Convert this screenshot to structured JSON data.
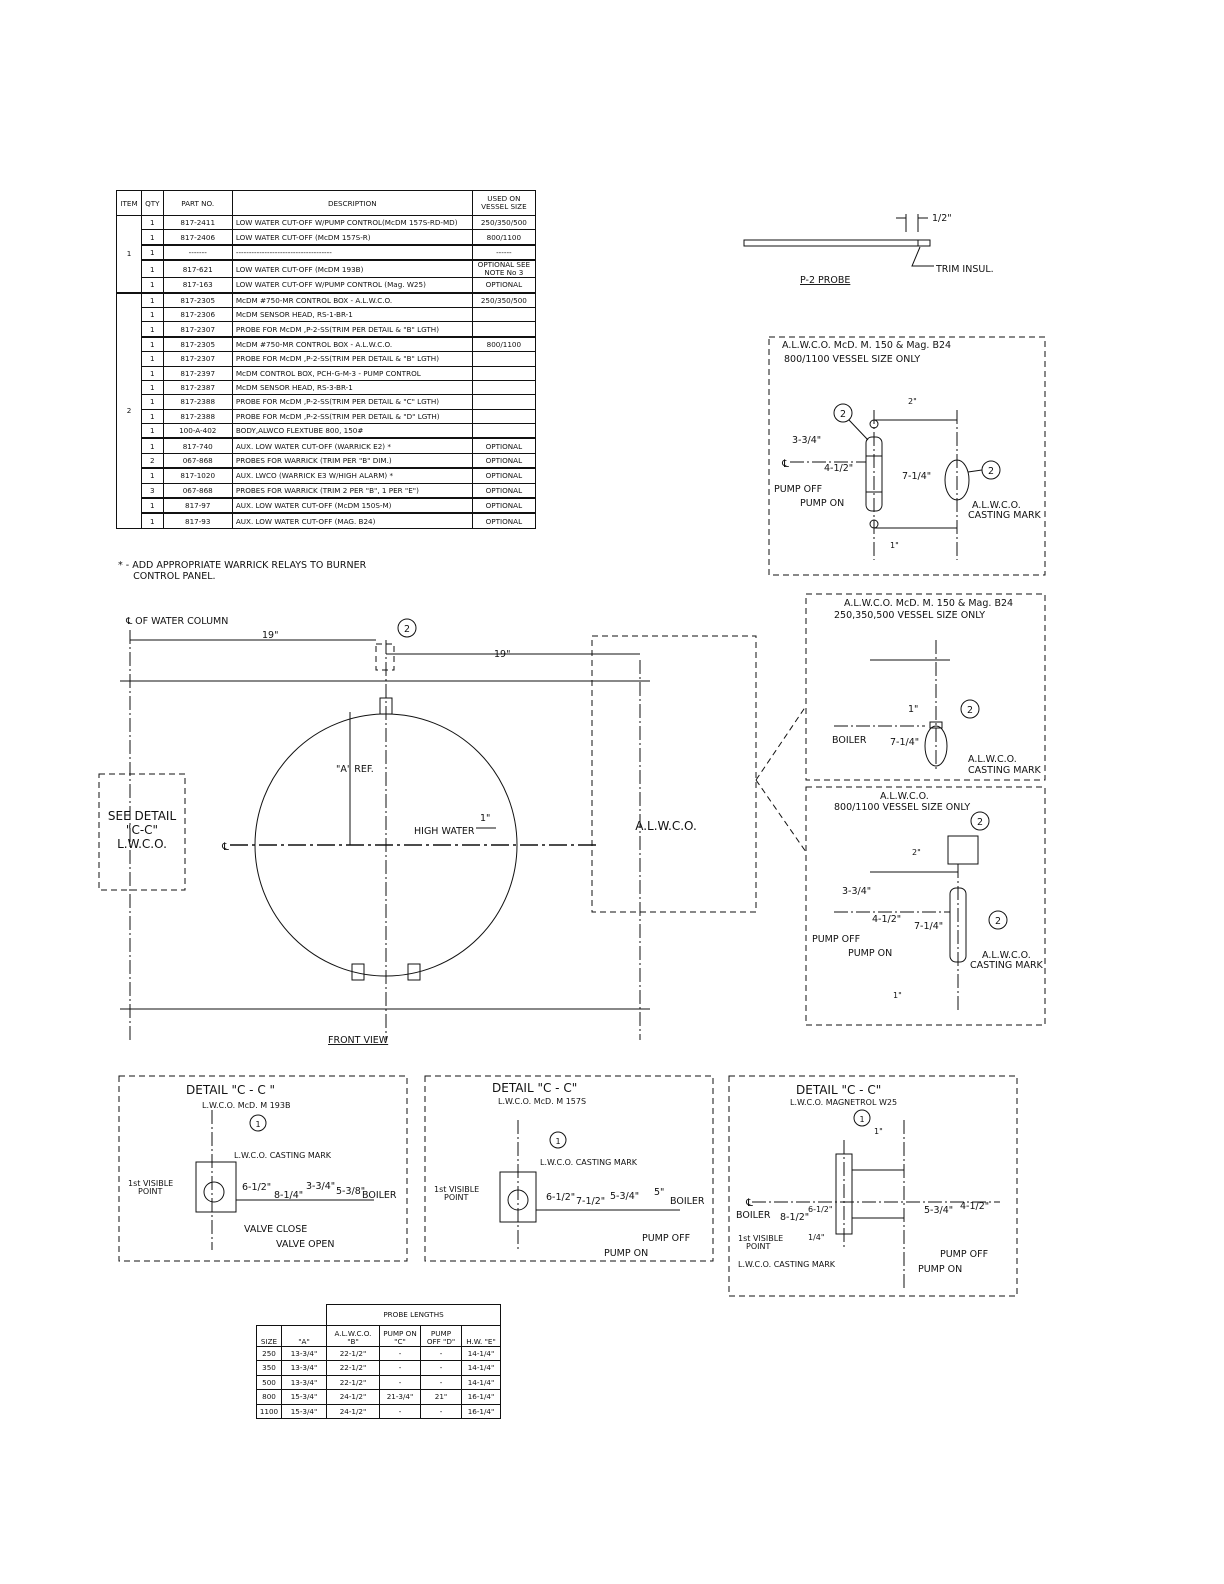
{
  "parts_table": {
    "headers": [
      "ITEM",
      "QTY",
      "PART NO.",
      "DESCRIPTION",
      "USED ON VESSEL SIZE"
    ],
    "rows": [
      {
        "item": "1",
        "qty": "1",
        "part": "817-2411",
        "desc": "LOW WATER CUT-OFF W/PUMP CONTROL(McDM 157S-RD-MD)",
        "used": "250/350/500"
      },
      {
        "item": "",
        "qty": "1",
        "part": "817-2406",
        "desc": "LOW WATER CUT-OFF     (McDM 157S-R)",
        "used": "800/1100"
      },
      {
        "item": "",
        "qty": "1",
        "part": "-------",
        "desc": "-------------------------------------",
        "used": "------"
      },
      {
        "item": "",
        "qty": "1",
        "part": "817-621",
        "desc": "LOW WATER CUT-OFF (McDM 193B)",
        "used": "OPTIONAL SEE NOTE No 3"
      },
      {
        "item": "",
        "qty": "1",
        "part": "817-163",
        "desc": "LOW WATER CUT-OFF W/PUMP CONTROL   (Mag. W25)",
        "used": "OPTIONAL"
      },
      {
        "item": "2",
        "qty": "1",
        "part": "817-2305",
        "desc": "McDM #750-MR CONTROL BOX - A.L.W.C.O.",
        "used": "250/350/500"
      },
      {
        "item": "",
        "qty": "1",
        "part": "817-2306",
        "desc": "McDM SENSOR HEAD, RS-1-BR-1",
        "used": ""
      },
      {
        "item": "",
        "qty": "1",
        "part": "817-2307",
        "desc": "PROBE FOR McDM ,P-2-SS(TRIM PER DETAIL & \"B\" LGTH)",
        "used": ""
      },
      {
        "item": "",
        "qty": "1",
        "part": "817-2305",
        "desc": "McDM #750-MR CONTROL BOX - A.L.W.C.O.",
        "used": "800/1100"
      },
      {
        "item": "",
        "qty": "1",
        "part": "817-2307",
        "desc": "PROBE FOR McDM ,P-2-SS(TRIM PER DETAIL & \"B\" LGTH)",
        "used": ""
      },
      {
        "item": "",
        "qty": "1",
        "part": "817-2397",
        "desc": "McDM CONTROL BOX, PCH-G-M-3 - PUMP CONTROL",
        "used": ""
      },
      {
        "item": "",
        "qty": "1",
        "part": "817-2387",
        "desc": "McDM SENSOR HEAD, RS-3-BR-1",
        "used": ""
      },
      {
        "item": "",
        "qty": "1",
        "part": "817-2388",
        "desc": "PROBE FOR McDM ,P-2-SS(TRIM PER DETAIL & \"C\" LGTH)",
        "used": ""
      },
      {
        "item": "",
        "qty": "1",
        "part": "817-2388",
        "desc": "PROBE FOR McDM ,P-2-SS(TRIM PER DETAIL & \"D\" LGTH)",
        "used": ""
      },
      {
        "item": "",
        "qty": "1",
        "part": "100-A-402",
        "desc": "BODY,ALWCO FLEXTUBE 800, 150#",
        "used": ""
      },
      {
        "item": "",
        "qty": "1",
        "part": "817-740",
        "desc": "AUX. LOW WATER CUT-OFF  (WARRICK E2) *",
        "used": "OPTIONAL"
      },
      {
        "item": "",
        "qty": "2",
        "part": "067-868",
        "desc": "PROBES FOR WARRICK (TRIM PER \"B\" DIM.)",
        "used": "OPTIONAL"
      },
      {
        "item": "",
        "qty": "1",
        "part": "817-1020",
        "desc": "AUX. LWCO  (WARRICK E3 W/HIGH ALARM) *",
        "used": "OPTIONAL"
      },
      {
        "item": "",
        "qty": "3",
        "part": "067-868",
        "desc": "PROBES FOR WARRICK (TRIM 2 PER \"B\", 1 PER \"E\")",
        "used": "OPTIONAL"
      },
      {
        "item": "",
        "qty": "1",
        "part": "817-97",
        "desc": "AUX. LOW WATER CUT-OFF  (McDM 150S-M)",
        "used": "OPTIONAL"
      },
      {
        "item": "",
        "qty": "1",
        "part": "817-93",
        "desc": "AUX. LOW WATER CUT-OFF  (MAG. B24)",
        "used": "OPTIONAL"
      }
    ]
  },
  "relay_note": "* - ADD APPROPRIATE WARRICK RELAYS TO BURNER\n     CONTROL PANEL.",
  "probe_detail": {
    "dim": "1/2\"",
    "trim": "TRIM INSUL.",
    "title": "P-2 PROBE"
  },
  "detail_alwco_800": {
    "title1": "A.L.W.C.O.  McD. M. 150 & Mag. B24",
    "title2": "800/1100 VESSEL SIZE ONLY",
    "dims": [
      "2\"",
      "3-3/4\"",
      "4-1/2\"",
      "7-1/4\"",
      "1\""
    ],
    "cl": "℄",
    "pump_off": "PUMP OFF",
    "pump_on": "PUMP ON",
    "mark1": "A.L.W.C.O.",
    "mark2": "CASTING MARK",
    "callout": "2"
  },
  "detail_alwco_250": {
    "title1": "A.L.W.C.O.  McD. M. 150 & Mag. B24",
    "title2": "250,350,500 VESSEL SIZE ONLY",
    "dims": [
      "1\"",
      "7-1/4\""
    ],
    "boiler": "BOILER",
    "mark1": "A.L.W.C.O.",
    "mark2": "CASTING MARK",
    "callout": "2"
  },
  "detail_alwco_800b": {
    "title1": "A.L.W.C.O.",
    "title2": "800/1100 VESSEL SIZE ONLY",
    "dims": [
      "2\"",
      "3-3/4\"",
      "4-1/2\"",
      "7-1/4\"",
      "1\""
    ],
    "pump_off": "PUMP OFF",
    "pump_on": "PUMP ON",
    "mark1": "A.L.W.C.O.",
    "mark2": "CASTING MARK",
    "callout": "2"
  },
  "front_view": {
    "cl_label": "℄ OF WATER COLUMN",
    "dim_left": "19\"",
    "dim_right": "19\"",
    "a_ref": "\"A\" REF.",
    "high_water": "HIGH WATER",
    "hw_dim": "1\"",
    "see_detail": [
      "SEE DETAIL",
      "\"C-C\"",
      "L.W.C.O."
    ],
    "alwco": "A.L.W.C.O.",
    "title": "FRONT VIEW",
    "callout": "2"
  },
  "detail_cc_193b": {
    "title": "DETAIL  \"C - C \"",
    "sub": "L.W.C.O. McD. M 193B",
    "casting": "L.W.C.O. CASTING MARK",
    "first_visible": [
      "1st VISIBLE",
      "POINT"
    ],
    "dims": [
      "6-1/2\"",
      "8-1/4\"",
      "3-3/4\"",
      "5-3/8\""
    ],
    "boiler": "BOILER",
    "valve_close": "VALVE CLOSE",
    "valve_open": "VALVE OPEN",
    "callout": "1"
  },
  "detail_cc_157s": {
    "title": "DETAIL  \"C - C\"",
    "sub": "L.W.C.O. McD. M 157S",
    "casting": "L.W.C.O. CASTING MARK",
    "first_visible": [
      "1st VISIBLE",
      "POINT"
    ],
    "dims": [
      "6-1/2\"",
      "7-1/2\"",
      "5-3/4\"",
      "5\""
    ],
    "boiler": "BOILER",
    "pump_off": "PUMP OFF",
    "pump_on": "PUMP ON",
    "callout": "1"
  },
  "detail_cc_w25": {
    "title": "DETAIL  \"C - C\"",
    "sub": "L.W.C.O. MAGNETROL W25",
    "dims": [
      "1\"",
      "8-1/2\"",
      "6-1/2\"",
      "1/4\"",
      "5-3/4\"",
      "4-1/2\""
    ],
    "boiler": "BOILER",
    "first_visible": [
      "1st VISIBLE",
      "POINT"
    ],
    "casting": "L.W.C.O. CASTING MARK",
    "pump_off": "PUMP OFF",
    "pump_on": "PUMP ON",
    "callout": "1"
  },
  "probe_lengths": {
    "group": "PROBE LENGTHS",
    "headers": [
      "SIZE",
      "\"A\"",
      "A.L.W.C.O. \"B\"",
      "PUMP ON \"C\"",
      "PUMP OFF \"D\"",
      "H.W. \"E\""
    ],
    "rows": [
      [
        "250",
        "13-3/4\"",
        "22-1/2\"",
        "-",
        "-",
        "14-1/4\""
      ],
      [
        "350",
        "13-3/4\"",
        "22-1/2\"",
        "-",
        "-",
        "14-1/4\""
      ],
      [
        "500",
        "13-3/4\"",
        "22-1/2\"",
        "-",
        "-",
        "14-1/4\""
      ],
      [
        "800",
        "15-3/4\"",
        "24-1/2\"",
        "21-3/4\"",
        "21\"",
        "16-1/4\""
      ],
      [
        "1100",
        "15-3/4\"",
        "24-1/2\"",
        "-",
        "-",
        "16-1/4\""
      ]
    ]
  }
}
